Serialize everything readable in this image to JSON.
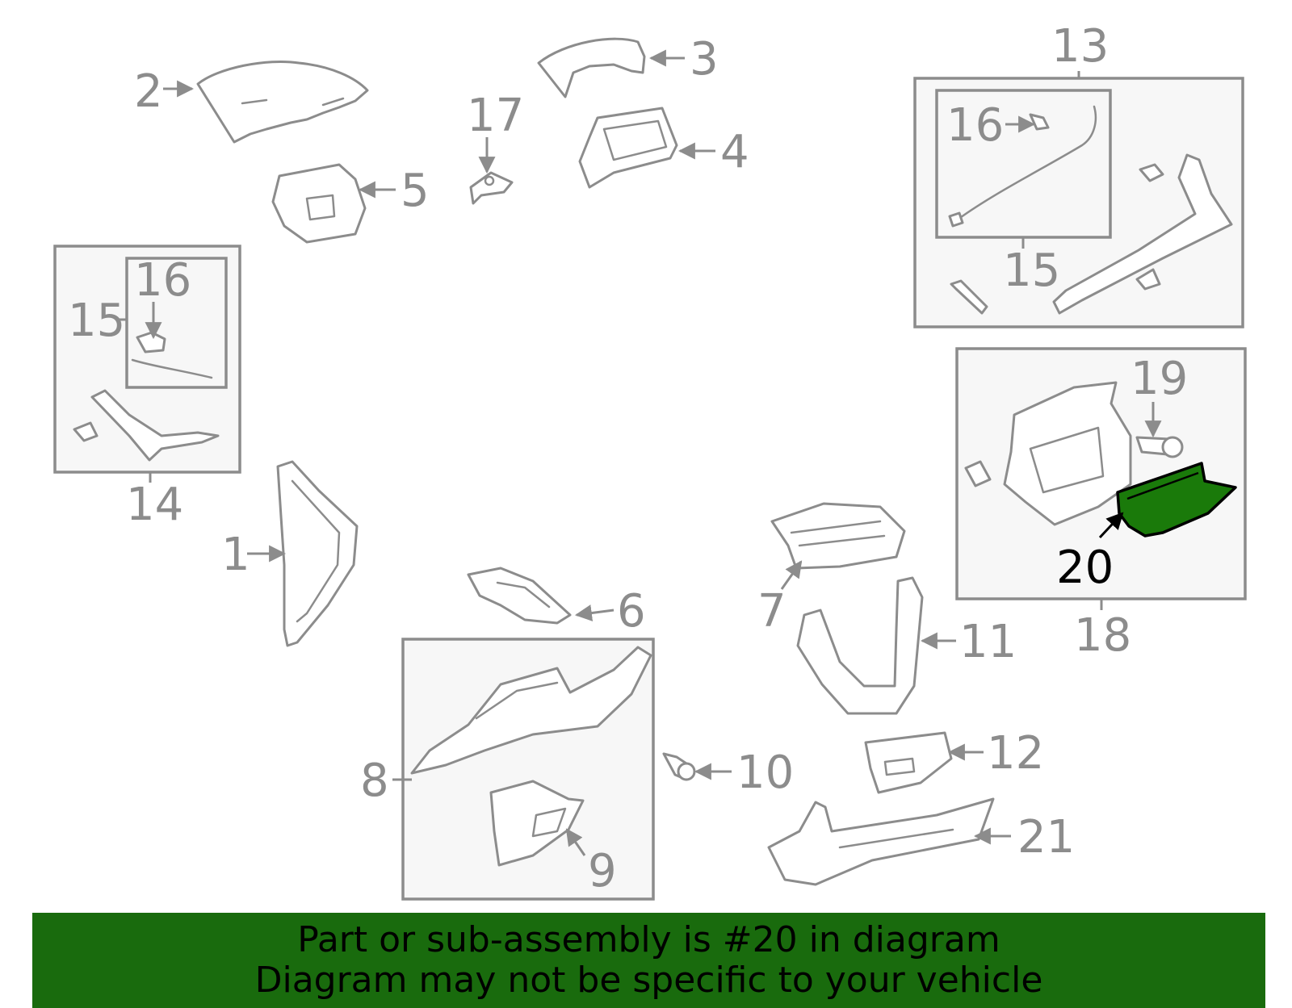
{
  "diagram": {
    "callouts": {
      "c1": "1",
      "c2": "2",
      "c3": "3",
      "c4": "4",
      "c5": "5",
      "c6": "6",
      "c7": "7",
      "c8": "8",
      "c9": "9",
      "c10": "10",
      "c11": "11",
      "c12": "12",
      "c13": "13",
      "c14": "14",
      "c15_left": "15",
      "c16_left": "16",
      "c15_right": "15",
      "c16_right": "16",
      "c17": "17",
      "c18": "18",
      "c19": "19",
      "c20": "20",
      "c21": "21"
    },
    "highlighted_part": "20",
    "colors": {
      "line_gray": "#8c8c8c",
      "box_fill": "#f7f7f7",
      "highlight_green": "#1a7a0a",
      "banner_green": "#196b0d"
    }
  },
  "footer": {
    "line1": "Part or sub-assembly is #20 in diagram",
    "line2": "Diagram may not be specific to your vehicle"
  }
}
